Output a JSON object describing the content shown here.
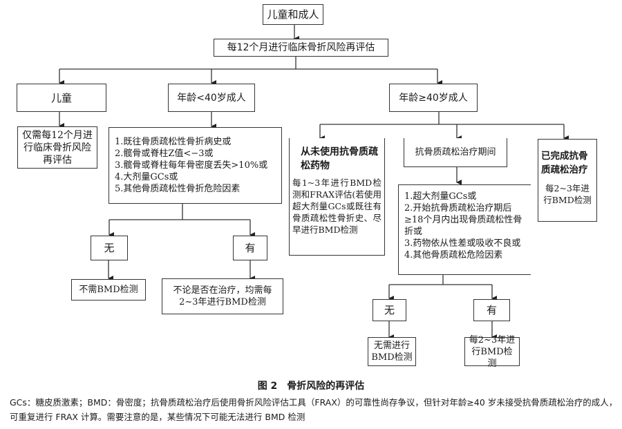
{
  "figure": {
    "top": "儿童和成人",
    "reassess": "每12个月进行临床骨折风险再评估",
    "children": {
      "title": "儿童",
      "action": "仅需每12个月进行临床骨折风险再评估"
    },
    "under40": {
      "title": "年龄<40岁成人",
      "criteria": [
        "1.既往骨质疏松性骨折病史或",
        "2.髋骨或脊柱Z值<−3或",
        "3.髋骨或脊柱每年骨密度丢失>10%或",
        "4.大剂量GCs或",
        "5.其他骨质疏松性骨折危险因素"
      ],
      "no_label": "无",
      "yes_label": "有",
      "no_action": "不需BMD检测",
      "yes_action": "不论是否在治疗，均需每2~3年进行BMD检测"
    },
    "over40": {
      "title": "年龄≥40岁成人",
      "never_treated": {
        "title": "从未使用抗骨质疏松药物",
        "action": "每1~3年进行BMD检测和FRAX评估(若使用超大剂量GCs或既往有骨质疏松性骨折史、尽早进行BMD检测"
      },
      "during_treatment": {
        "title": "抗骨质疏松治疗期间",
        "criteria": [
          "1.超大剂量GCs或",
          "2.开始抗骨质疏松治疗期后≥18个月内出现骨质疏松性骨折或",
          "3.药物依从性差或吸收不良或",
          "4.其他骨质疏松危险因素"
        ],
        "no_label": "无",
        "yes_label": "有",
        "no_action": "无需进行BMD检测",
        "yes_action": "每2~3年进行BMD检测"
      },
      "completed": {
        "title": "已完成抗骨质疏松治疗",
        "action": "每2~3年进行BMD检测"
      }
    }
  },
  "caption": {
    "title": "图 2　骨折风险的再评估",
    "note": "GCs：糖皮质激素；BMD：骨密度；抗骨质疏松治疗后使用骨折风险评估工具（FRAX）的可靠性尚存争议，但针对年龄≥40 岁未接受抗骨质疏松治疗的成人，可重复进行 FRAX 计算。需要注意的是，某些情况下可能无法进行 BMD 检测"
  }
}
